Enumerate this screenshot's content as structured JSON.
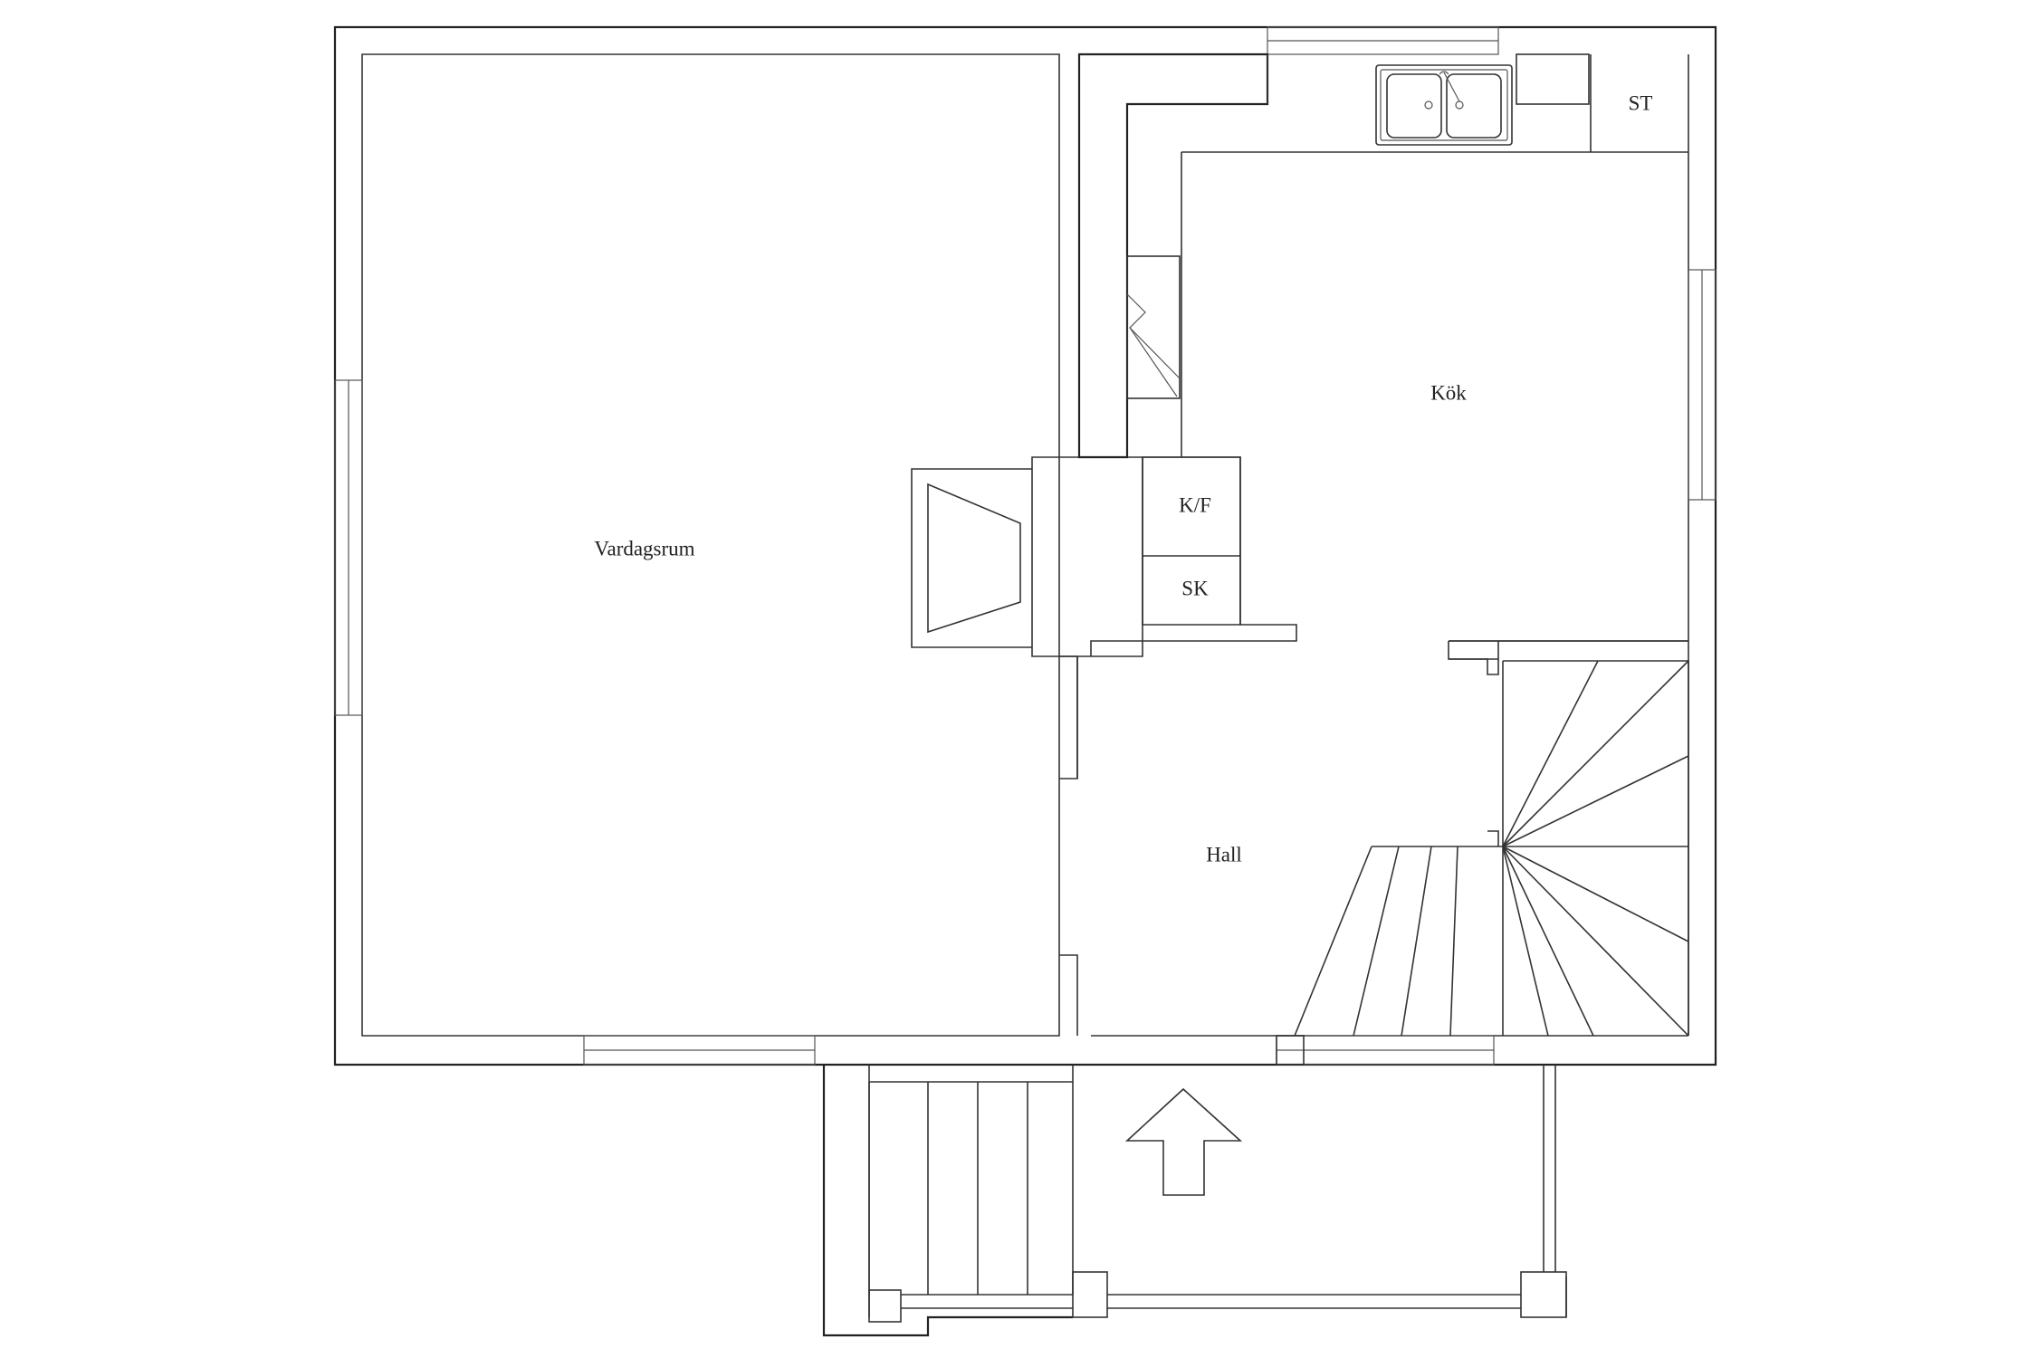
{
  "rooms": {
    "living_room": "Vardagsrum",
    "kitchen": "Kök",
    "hall": "Hall",
    "fridge_freezer": "K/F",
    "wardrobe": "SK",
    "stove": "ST"
  },
  "icons": {
    "entrance": "entrance-arrow-icon",
    "sink": "double-sink-icon",
    "fireplace": "fireplace-icon",
    "stairs": "staircase-icon"
  },
  "colors": {
    "line": "#333333",
    "background": "#ffffff"
  }
}
